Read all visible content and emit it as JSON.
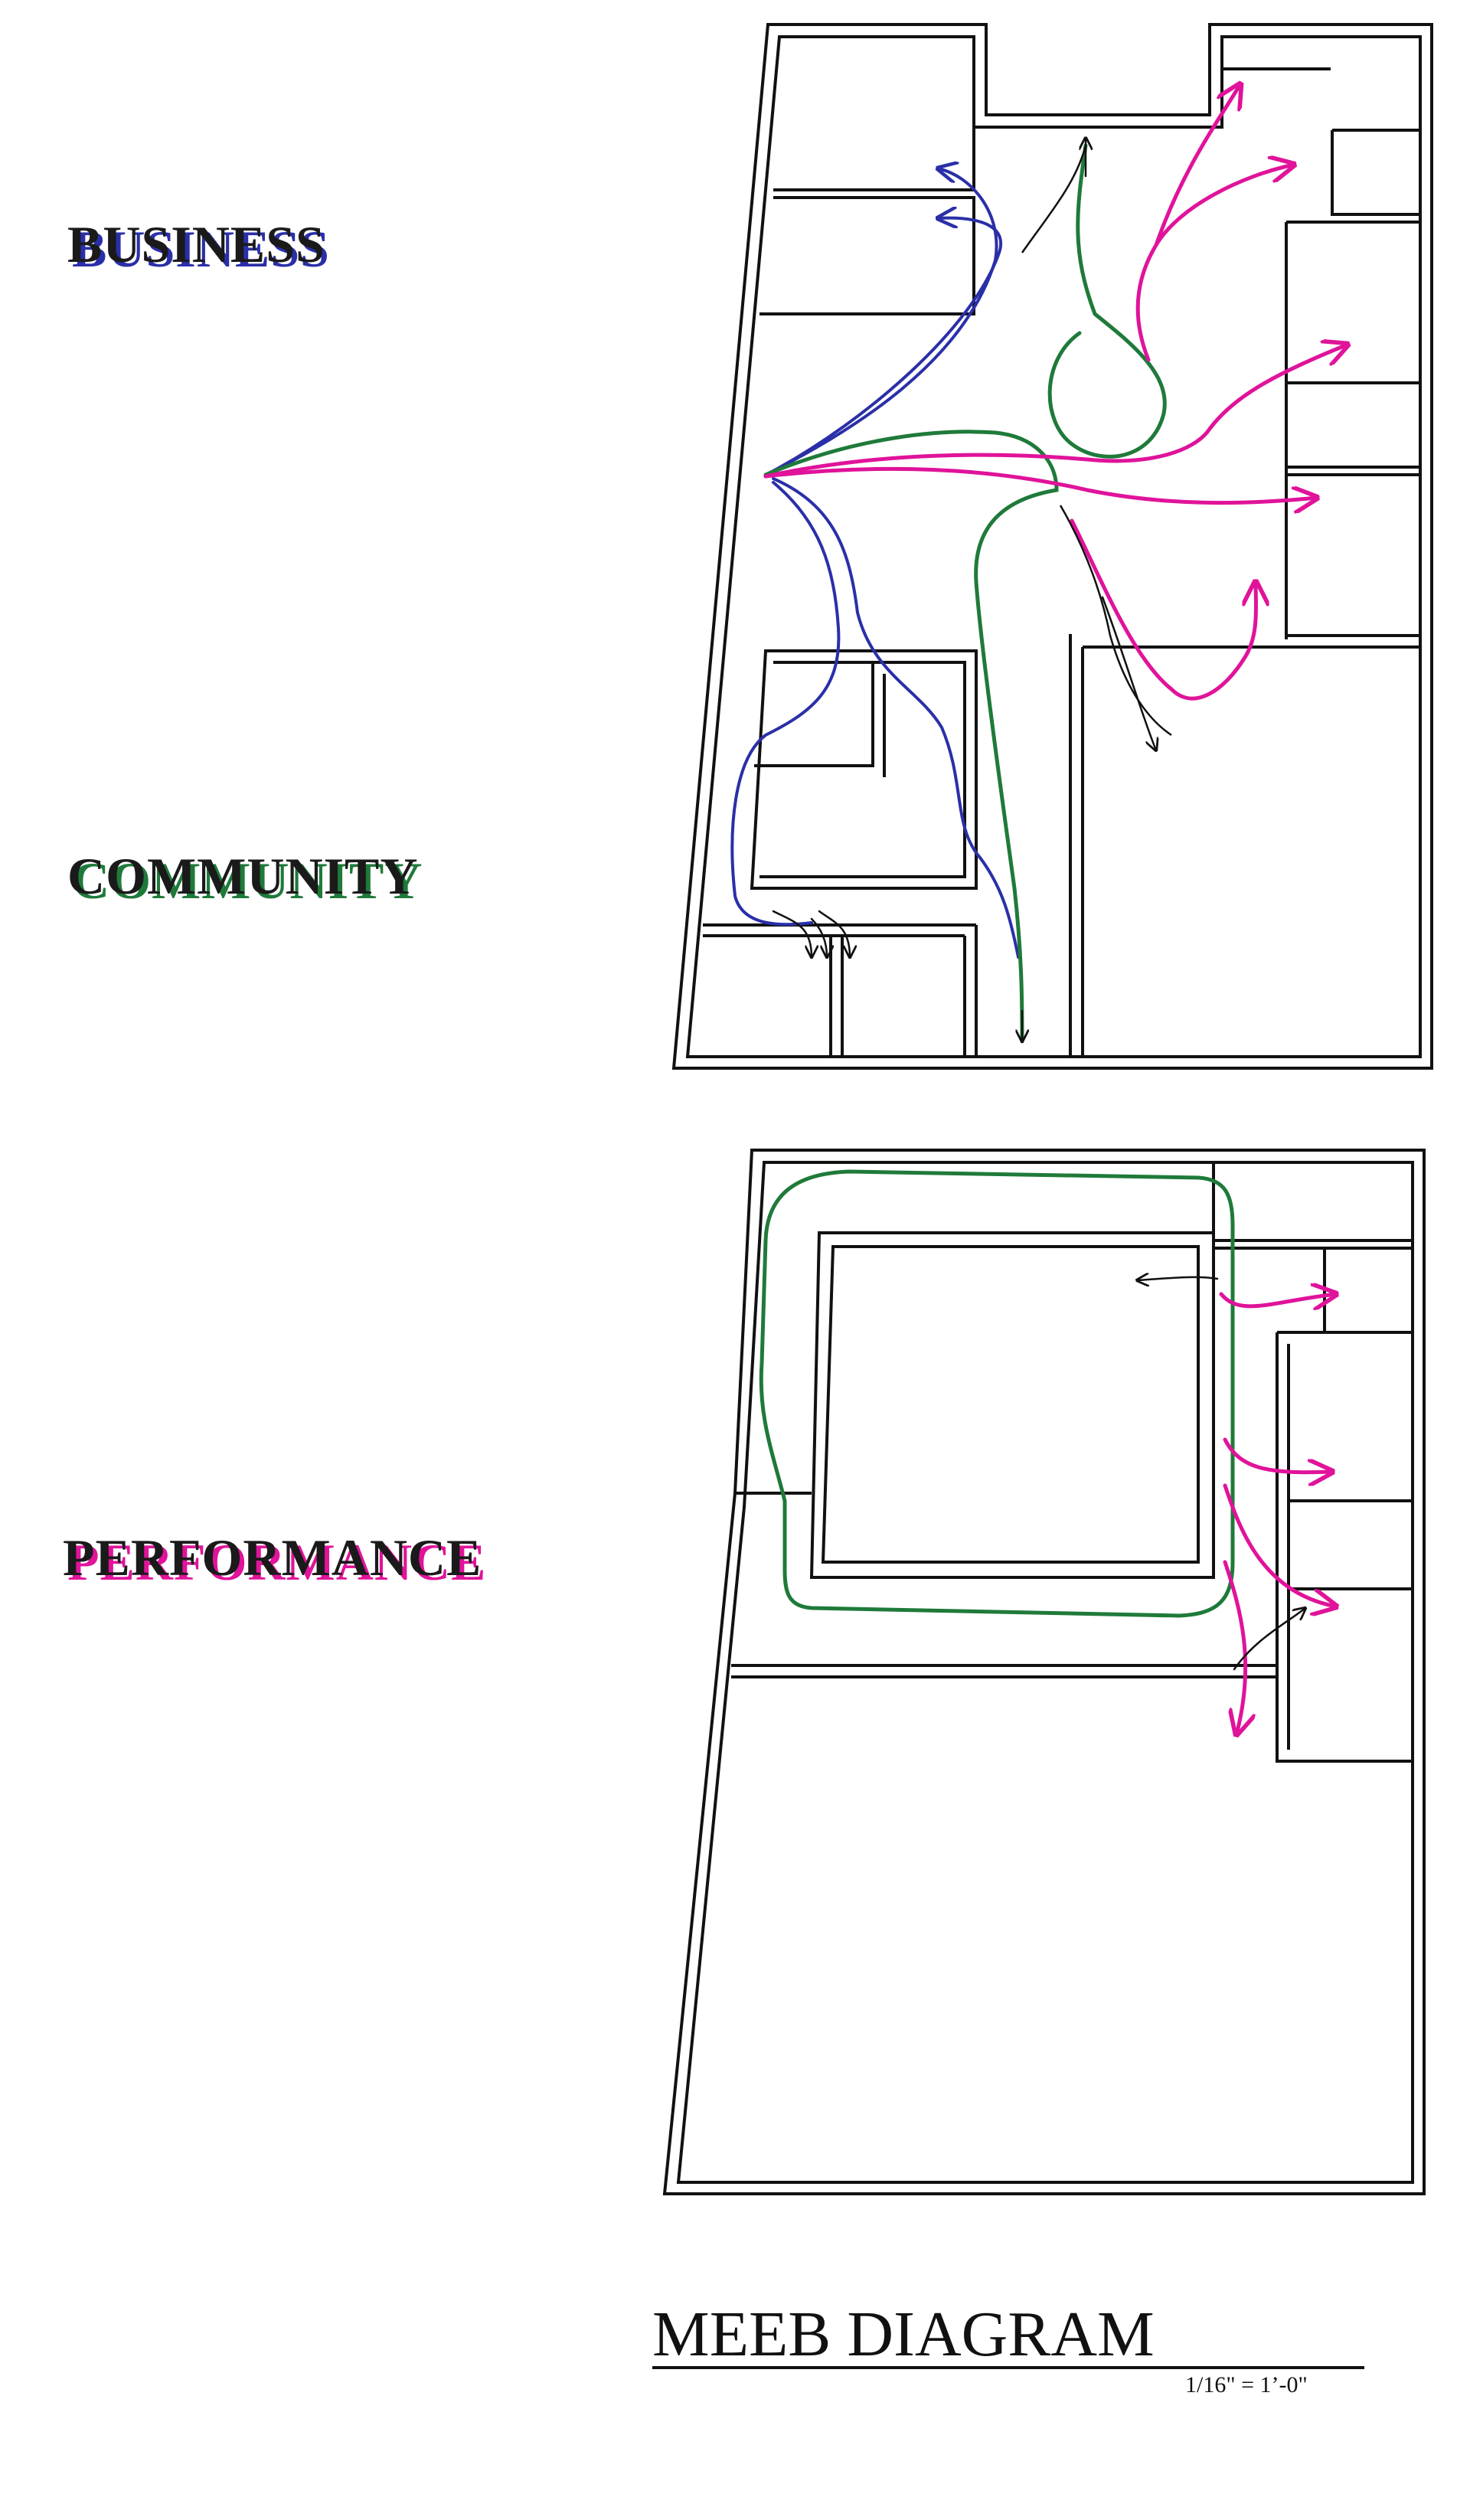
{
  "labels": {
    "business": "BUSINESS",
    "community": "COMMUNITY",
    "performance": "PERFORMANCE"
  },
  "title": "MEEB DIAGRAM",
  "scale": "1/16\" = 1’-0\"",
  "colors": {
    "business": "#2a2fa8",
    "community": "#1f7a3a",
    "performance": "#e0139a",
    "linework": "#111111"
  }
}
